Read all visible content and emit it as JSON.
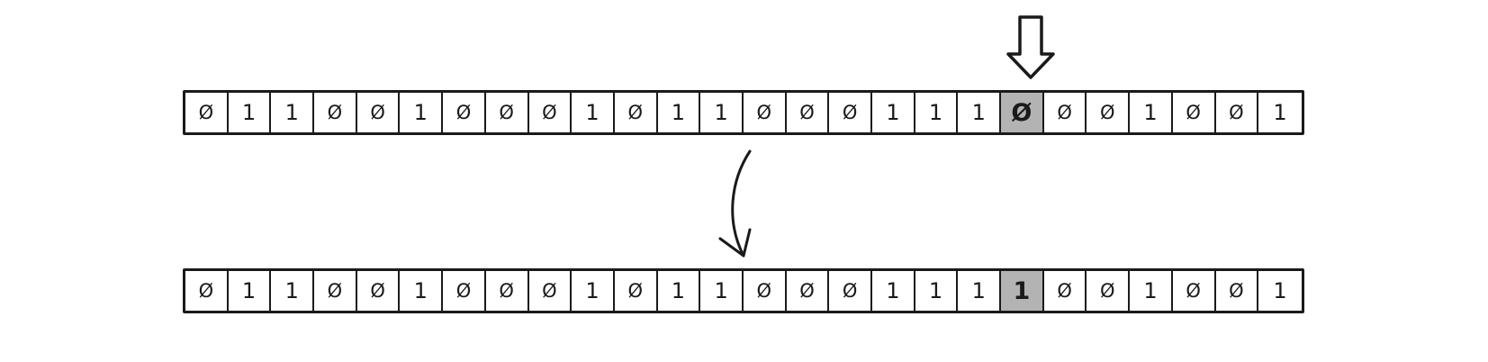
{
  "tape_before": [
    "Ø",
    "1",
    "1",
    "Ø",
    "Ø",
    "1",
    "Ø",
    "Ø",
    "Ø",
    "1",
    "Ø",
    "1",
    "1",
    "Ø",
    "Ø",
    "Ø",
    "1",
    "1",
    "1",
    "Ø",
    "Ø",
    "Ø",
    "1",
    "Ø",
    "Ø",
    "1"
  ],
  "tape_after": [
    "Ø",
    "1",
    "1",
    "Ø",
    "Ø",
    "1",
    "Ø",
    "Ø",
    "Ø",
    "1",
    "Ø",
    "1",
    "1",
    "Ø",
    "Ø",
    "Ø",
    "1",
    "1",
    "1",
    "1",
    "Ø",
    "Ø",
    "1",
    "Ø",
    "Ø",
    "1"
  ],
  "head_index": 19,
  "colors": {
    "ink": "#1a1a1a",
    "highlight": "#b3b3b3",
    "background": "#ffffff"
  },
  "icons": {
    "head_pointer": "down-arrow-icon",
    "transition": "curved-arrow-icon"
  }
}
